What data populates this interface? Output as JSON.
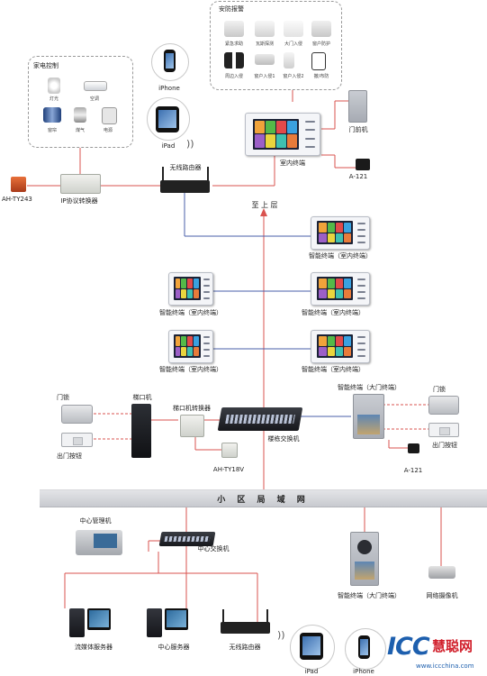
{
  "security_box": {
    "title": "安防报警",
    "items": [
      "紧急求助",
      "瓦斯探测",
      "大门入侵",
      "窗户防护",
      "周边入侵",
      "窗户入侵1",
      "窗户入侵2",
      "撤/布防"
    ]
  },
  "home_box": {
    "title": "家电控制",
    "items": [
      "灯光",
      "空调",
      "窗帘",
      "煤气",
      "电源"
    ]
  },
  "labels": {
    "iphone_top": "iPhone",
    "ipad_top": "iPad",
    "door_station": "门前机",
    "indoor_terminal": "室内终端",
    "psu_top": "A-121",
    "router_top": "无线路由器",
    "ah_ty243": "AH-TY243",
    "ip_converter": "IP协议转换器",
    "to_upper": "至 上 层",
    "smart_terminal": "智能终端（室内终端）",
    "door_lock_left": "门锁",
    "exit_button_left": "出门按钮",
    "lobby_station": "梯口机",
    "lobby_converter": "梯口机转换器",
    "ah_ty18v": "AH-TY18V",
    "building_switch": "楼栋交换机",
    "gate_terminal_top": "智能终端（大门终端）",
    "door_lock_right": "门锁",
    "exit_button_right": "出门按钮",
    "psu_mid": "A-121",
    "lan": "小 区 局 域 网",
    "center_manager": "中心管理机",
    "center_switch": "中心交换机",
    "gate_terminal_bottom": "智能终端（大门终端）",
    "network_camera": "网络摄像机",
    "media_server": "流媒体服务器",
    "center_server": "中心服务器",
    "router_bottom": "无线路由器",
    "ipad_bottom": "iPad",
    "iphone_bottom": "iPhone",
    "watermark_logo": "ICC",
    "watermark_brand": "慧聪网",
    "watermark_url": "www.iccchina.com"
  },
  "colors": {
    "red_wire": "#d9534f",
    "blue_wire": "#4a5fa8",
    "green_wire": "#5a9e8a",
    "gray_wire": "#888888",
    "lan_bar": "#d4d6da",
    "logo_red": "#d11f2b",
    "logo_blue": "#1d5fae"
  }
}
